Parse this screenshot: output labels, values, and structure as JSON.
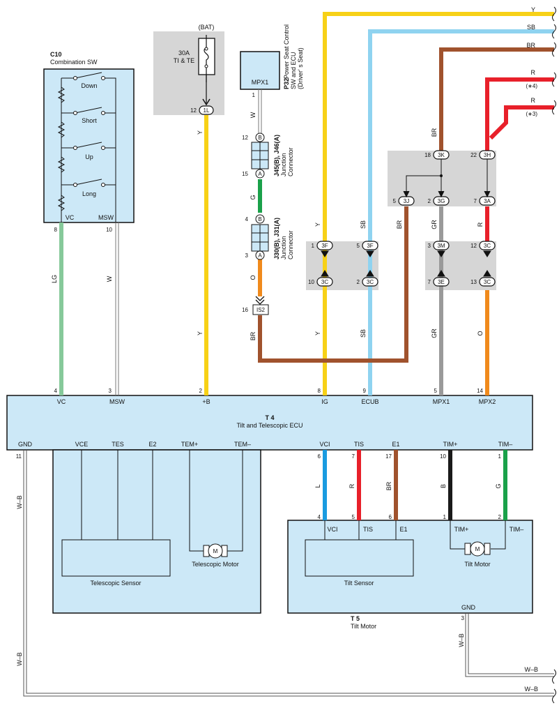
{
  "battery": {
    "label": "(BAT)",
    "fuse_rating": "30A",
    "fuse_name": "TI & TE",
    "connector": "1L",
    "pin": "12"
  },
  "combination_switch": {
    "id": "C10",
    "name": "Combination SW",
    "positions": [
      "Down",
      "Short",
      "Up",
      "Long"
    ],
    "terminals": [
      {
        "name": "VC",
        "pin": "8"
      },
      {
        "name": "MSW",
        "pin": "10"
      }
    ]
  },
  "power_seat": {
    "id": "P32",
    "name_lines": [
      "Power Seat Control",
      "SW and ECU",
      "(Driver' s Seat)"
    ],
    "terminal": "MPX1",
    "pin": "1"
  },
  "junction_connectors": [
    {
      "id": "J45(B), J46(A)",
      "name_lines": [
        "Junction",
        "Connector"
      ],
      "top_letter": "B",
      "top_pin": "12",
      "bottom_letter": "A",
      "bottom_pin": "15"
    },
    {
      "id": "J30(B), J31(A)",
      "name_lines": [
        "Junction",
        "Connector"
      ],
      "top_letter": "B",
      "top_pin": "4",
      "bottom_letter": "A",
      "bottom_pin": "3"
    }
  ],
  "splice_connector": {
    "name": "IS2",
    "pin": "16"
  },
  "right_wires": [
    {
      "color": "Y"
    },
    {
      "color": "SB"
    },
    {
      "color": "BR"
    },
    {
      "color": "R",
      "ref": "(∗4)"
    },
    {
      "color": "R",
      "ref": "(∗3)"
    }
  ],
  "gray_connectors": {
    "upper": [
      {
        "pin": "18",
        "id": "3K"
      },
      {
        "pin": "22",
        "id": "3H"
      }
    ],
    "lower": [
      {
        "pin": "5",
        "id": "3J"
      },
      {
        "pin": "2",
        "id": "3G"
      },
      {
        "pin": "7",
        "id": "3A"
      }
    ],
    "left_block": [
      {
        "pin": "1",
        "id": "3F"
      },
      {
        "pin": "5",
        "id": "3F"
      },
      {
        "pin": "10",
        "id": "3C"
      },
      {
        "pin": "2",
        "id": "3C"
      }
    ],
    "right_block": [
      {
        "pin": "3",
        "id": "3M"
      },
      {
        "pin": "12",
        "id": "3C"
      },
      {
        "pin": "7",
        "id": "3E"
      },
      {
        "pin": "13",
        "id": "3C"
      }
    ]
  },
  "wire_color_labels": {
    "lg": "LG",
    "w1": "W",
    "w2": "W",
    "y1": "Y",
    "y2": "Y",
    "g": "G",
    "o1": "O",
    "br1": "BR",
    "y_ig1": "Y",
    "y_ig2": "Y",
    "sb1": "SB",
    "sb2": "SB",
    "br2": "BR",
    "br3": "BR",
    "gr1": "GR",
    "gr2": "GR",
    "r1": "R",
    "o2": "O",
    "l": "L",
    "r2": "R",
    "br4": "BR",
    "b": "B",
    "g2": "G",
    "wb1": "W–B",
    "wb2": "W–B",
    "wb3": "W–B",
    "wb4": "W–B",
    "wb5": "W–B"
  },
  "ecu": {
    "id": "T 4",
    "name": "Tilt and Telescopic ECU",
    "top_terminals": [
      {
        "name": "VC",
        "pin": "4"
      },
      {
        "name": "MSW",
        "pin": "3"
      },
      {
        "name": "+B",
        "pin": "2"
      },
      {
        "name": "IG",
        "pin": "8"
      },
      {
        "name": "ECUB",
        "pin": "9"
      },
      {
        "name": "MPX1",
        "pin": "5"
      },
      {
        "name": "MPX2",
        "pin": "14"
      }
    ],
    "bottom_terminals": [
      {
        "name": "GND",
        "pin": "11"
      },
      {
        "name": "VCE"
      },
      {
        "name": "TES"
      },
      {
        "name": "E2"
      },
      {
        "name": "TEM+"
      },
      {
        "name": "TEM–"
      },
      {
        "name": "VCI",
        "pin": "6"
      },
      {
        "name": "TIS",
        "pin": "7"
      },
      {
        "name": "E1",
        "pin": "17"
      },
      {
        "name": "TIM+",
        "pin": "10"
      },
      {
        "name": "TIM–",
        "pin": "1"
      }
    ]
  },
  "telescopic": {
    "sensor": "Telescopic Sensor",
    "motor": "Telescopic Motor",
    "motor_symbol": "M"
  },
  "tilt_motor": {
    "id": "T 5",
    "name": "Tilt Motor",
    "sensor": "Tilt Sensor",
    "motor": "Tilt Motor",
    "motor_symbol": "M",
    "terminals": [
      {
        "name": "VCI",
        "pin": "4"
      },
      {
        "name": "TIS",
        "pin": "5"
      },
      {
        "name": "E1",
        "pin": "6"
      },
      {
        "name": "TIM+",
        "pin": "1"
      },
      {
        "name": "TIM–",
        "pin": "2"
      },
      {
        "name": "GND",
        "pin": "3"
      }
    ]
  },
  "colors": {
    "Y": "#f7d117",
    "SB": "#8fd3f0",
    "BR": "#a0522d",
    "R": "#e8202a",
    "GR": "#9a9a9a",
    "O": "#f08a1c",
    "LG": "#86c99a",
    "G": "#1aa14a",
    "L": "#1a9be0",
    "B": "#1a1a1a",
    "box": "#cce8f7",
    "gray": "#d6d6d6"
  }
}
